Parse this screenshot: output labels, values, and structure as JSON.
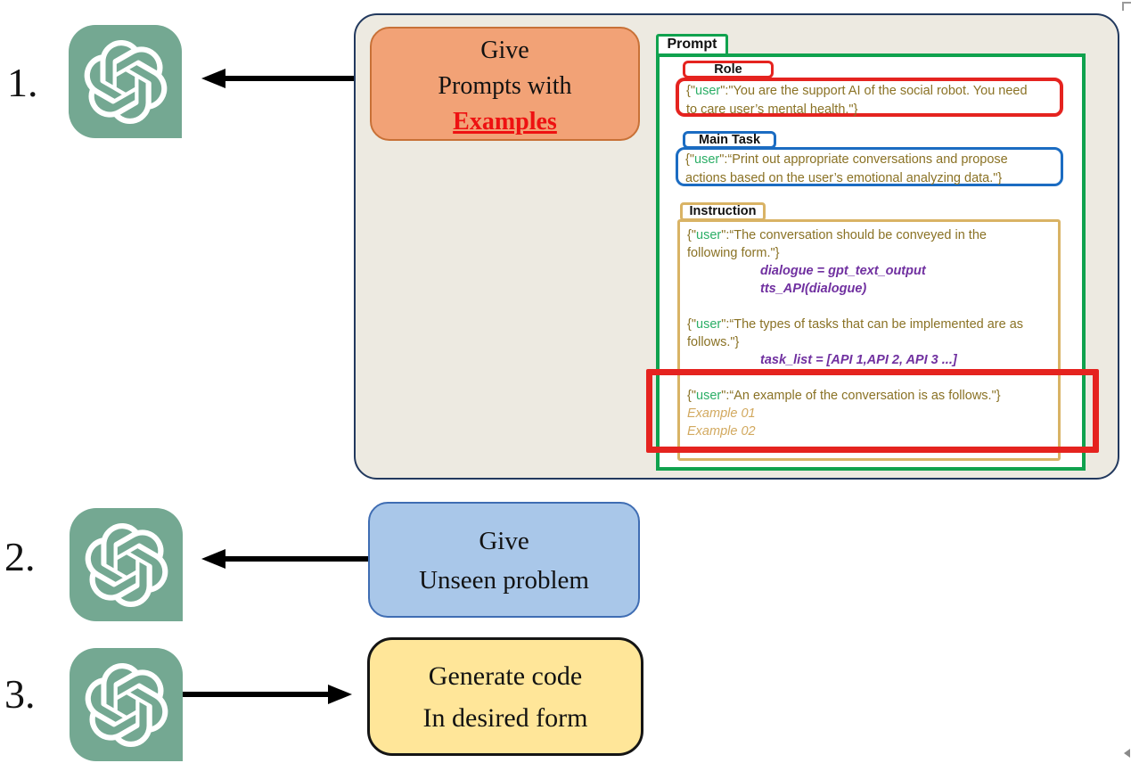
{
  "colors": {
    "logo_teal": "#74A892",
    "panel_bg": "#EDEAE1",
    "panel_border": "#22395E",
    "orange_fill": "#F2A276",
    "orange_border": "#C87137",
    "blue_fill": "#A9C7E9",
    "blue_border": "#3F6DB3",
    "yellow_fill": "#FFE699",
    "green_border": "#10A24E",
    "red": "#E5231F",
    "blue_box_border": "#1B6CC2",
    "tan_border": "#D9B365",
    "body_text": "#8A7225",
    "user_green": "#2BAE66",
    "code_purple": "#7030A0",
    "example_tan": "#D2A95F"
  },
  "icons": {
    "chatgpt": "openai-knot-logo"
  },
  "step1": {
    "number": "1.",
    "box_line1": "Give",
    "box_line2": "Prompts with",
    "box_line3": "Examples"
  },
  "step2": {
    "number": "2.",
    "box_line1": "Give",
    "box_line2": "Unseen problem"
  },
  "step3": {
    "number": "3.",
    "box_line1": "Generate code",
    "box_line2": "In desired form"
  },
  "prompt_panel": {
    "tab": "Prompt",
    "role_label": "Role",
    "role_lines": [
      {
        "segs": [
          {
            "t": "{\"",
            "c": "o"
          },
          {
            "t": "user",
            "c": "g"
          },
          {
            "t": "\":\"You are the support AI of the social robot. You need",
            "c": "o"
          }
        ]
      },
      {
        "segs": [
          {
            "t": "to care user’s mental health.\"}",
            "c": "o"
          }
        ]
      }
    ],
    "main_task_label": "Main Task",
    "main_task_lines": [
      {
        "segs": [
          {
            "t": "{\"",
            "c": "o"
          },
          {
            "t": "user",
            "c": "g"
          },
          {
            "t": "\":“Print out appropriate conversations and propose",
            "c": "o"
          }
        ]
      },
      {
        "segs": [
          {
            "t": "actions based on the user’s emotional analyzing data.\"}",
            "c": "o"
          }
        ]
      }
    ],
    "instruction_label": "Instruction",
    "instruction_lines": [
      {
        "segs": [
          {
            "t": "{\"",
            "c": "o"
          },
          {
            "t": "user",
            "c": "g"
          },
          {
            "t": "\":“The conversation should be conveyed in the",
            "c": "o"
          }
        ]
      },
      {
        "segs": [
          {
            "t": "following form.\"}",
            "c": "o"
          }
        ]
      },
      {
        "cls": "ind",
        "segs": [
          {
            "t": "dialogue = gpt_text_output",
            "c": "p"
          }
        ]
      },
      {
        "cls": "ind",
        "segs": [
          {
            "t": "tts_API(dialogue)",
            "c": "p"
          }
        ]
      },
      {
        "blank": true
      },
      {
        "segs": [
          {
            "t": "{\"",
            "c": "o"
          },
          {
            "t": "user",
            "c": "g"
          },
          {
            "t": "\":“The types of tasks that can be implemented are as",
            "c": "o"
          }
        ]
      },
      {
        "segs": [
          {
            "t": "follows.\"}",
            "c": "o"
          }
        ]
      },
      {
        "cls": "ind",
        "segs": [
          {
            "t": "task_list = [API 1,API 2, API 3 ...]",
            "c": "p"
          }
        ]
      },
      {
        "blank": true
      },
      {
        "segs": [
          {
            "t": "{\"",
            "c": "o"
          },
          {
            "t": "user",
            "c": "g"
          },
          {
            "t": "\":“An example of the conversation is as follows.\"}",
            "c": "o"
          }
        ]
      },
      {
        "segs": [
          {
            "t": "Example 01",
            "c": "e"
          }
        ]
      },
      {
        "segs": [
          {
            "t": "Example 02",
            "c": "e"
          }
        ]
      }
    ]
  }
}
